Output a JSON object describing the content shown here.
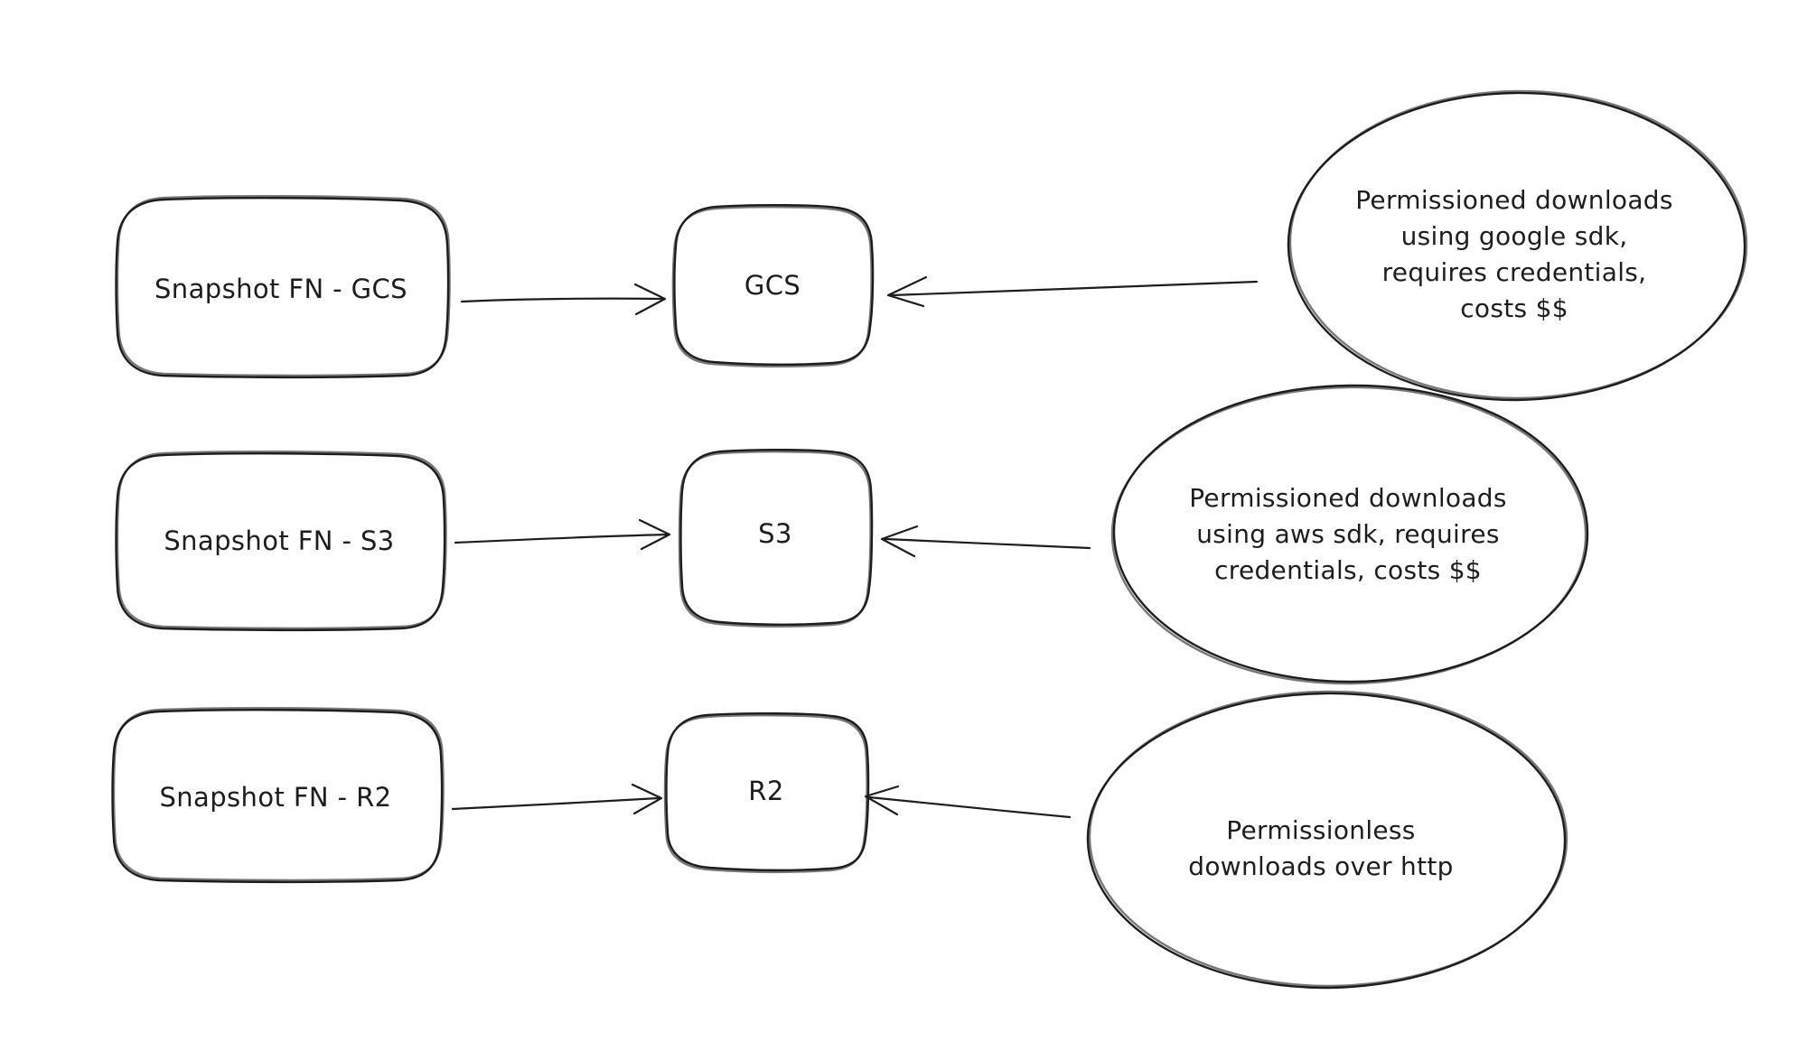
{
  "canvas": {
    "background_color": "#ffffff",
    "stroke_color": "#1d1d1d"
  },
  "diagram": {
    "rows": [
      {
        "source": "Snapshot FN - GCS",
        "target": "GCS",
        "note_lines": [
          "Permissioned downloads",
          "using google sdk,",
          "requires credentials,",
          "costs $$"
        ]
      },
      {
        "source": "Snapshot FN - S3",
        "target": "S3",
        "note_lines": [
          "Permissioned downloads",
          "using aws sdk, requires",
          "credentials, costs $$"
        ]
      },
      {
        "source": "Snapshot FN - R2",
        "target": "R2",
        "note_lines": [
          "Permissionless",
          "downloads over http"
        ]
      }
    ]
  }
}
